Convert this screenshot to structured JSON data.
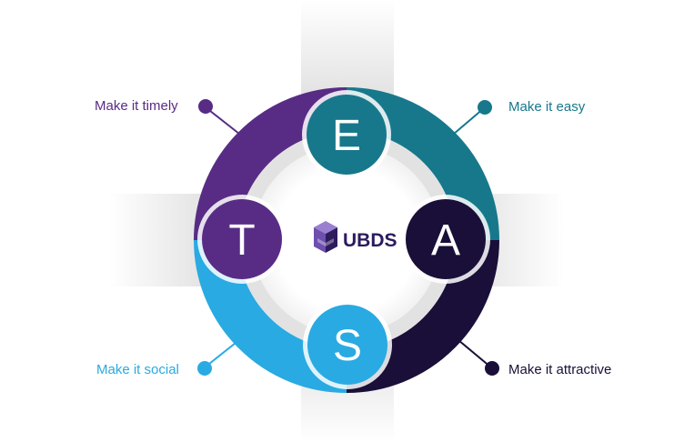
{
  "logo": {
    "text": "UBDS"
  },
  "nodes": [
    {
      "letter": "E",
      "label": "Make it easy",
      "color": "#17788b"
    },
    {
      "letter": "A",
      "label": "Make it attractive",
      "color": "#1a0f38"
    },
    {
      "letter": "S",
      "label": "Make it social",
      "color": "#29aae2"
    },
    {
      "letter": "T",
      "label": "Make it timely",
      "color": "#582c85"
    }
  ],
  "colors": {
    "ring_inner": "#e2e2e2",
    "shadow": "#cfcfcf",
    "logo_light": "#7a5cb5",
    "logo_dark": "#2d1b5e"
  }
}
